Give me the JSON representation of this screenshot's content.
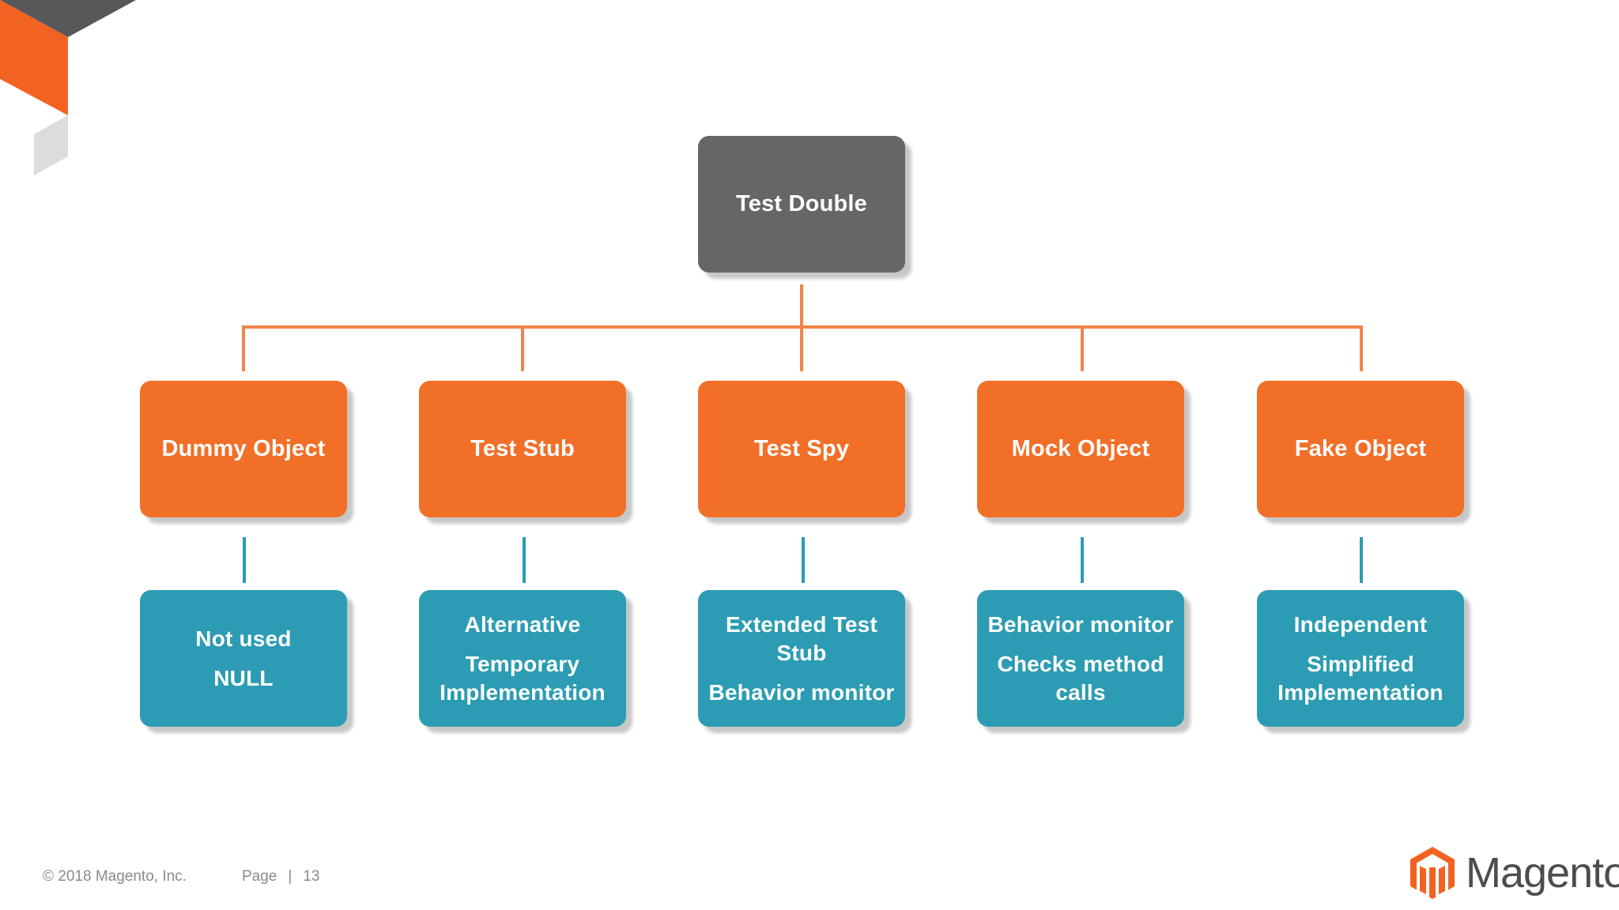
{
  "diagram": {
    "root": {
      "label": "Test Double"
    },
    "types": [
      {
        "label": "Dummy Object",
        "details": [
          "Not used",
          "NULL"
        ]
      },
      {
        "label": "Test Stub",
        "details": [
          "Alternative",
          "Temporary Implementation"
        ]
      },
      {
        "label": "Test Spy",
        "details": [
          "Extended Test Stub",
          "Behavior monitor"
        ]
      },
      {
        "label": "Mock Object",
        "details": [
          "Behavior monitor",
          "Checks method calls"
        ]
      },
      {
        "label": "Fake Object",
        "details": [
          "Independent",
          "Simplified Implementation"
        ]
      }
    ]
  },
  "footer": {
    "copyright": "© 2018 Magento, Inc.",
    "page_label": "Page",
    "separator": "|",
    "page_number": "13"
  },
  "brand": {
    "name": "Magento",
    "logo_icon": "magento-logo-icon",
    "logo_color": "#f26322"
  },
  "colors": {
    "root_box": "#666669",
    "type_box": "#f26f28",
    "detail_box": "#2b9cb3",
    "root_connector": "#f0844a",
    "detail_connector": "#2b9cb3",
    "corner_orange": "#f26322",
    "corner_dark": "#58585a",
    "corner_light": "#dcdcdc"
  }
}
